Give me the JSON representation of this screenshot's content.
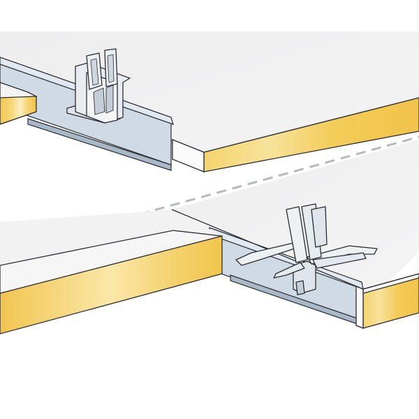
{
  "diagram": {
    "subject": "ceiling-panel-hold-down-clip-installation",
    "panels": [
      "upper-left-panel",
      "upper-right-panel",
      "lower-left-panel",
      "lower-right-panel"
    ],
    "clips": [
      "clip-installed",
      "clip-spread"
    ],
    "colors": {
      "background": "#ffffff",
      "panel_top": "#f1f1f2",
      "panel_top_shade": "#e4e4e6",
      "panel_edge_yellow": "#f2c752",
      "panel_edge_light": "#fbeab1",
      "panel_side_white": "#fafafa",
      "rail_blue": "#c9d5e0",
      "rail_dark": "#98a9b8",
      "rail_light": "#dde6ee",
      "clip_fill": "#e9edf1",
      "clip_shade": "#c5ced7",
      "outline": "#2a2d33",
      "dashed_line": "#b5b8bd"
    },
    "icons": {
      "installed_clip": "clip-installed-icon",
      "spread_clip": "clip-spread-icon"
    }
  }
}
